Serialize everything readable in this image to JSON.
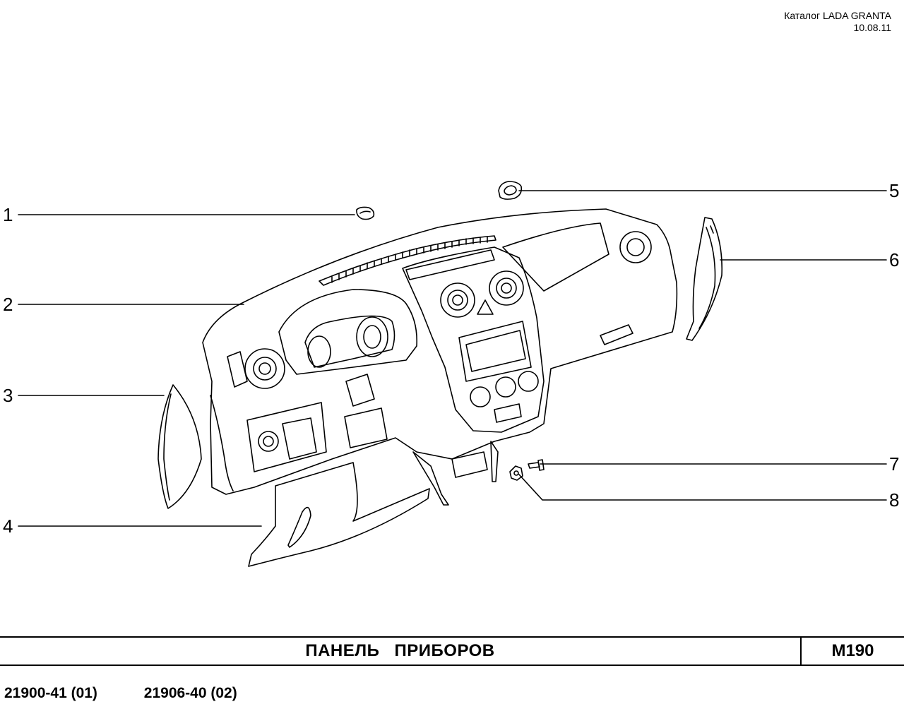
{
  "header": {
    "catalog": "Каталог LADA  GRANTA",
    "date": "10.08.11"
  },
  "callouts": [
    "1",
    "2",
    "3",
    "4",
    "5",
    "6",
    "7",
    "8"
  ],
  "title_block": {
    "title": "ПАНЕЛЬ   ПРИБОРОВ",
    "code": "M190"
  },
  "models": [
    "21900-41 (01)",
    "21906-40 (02)"
  ]
}
